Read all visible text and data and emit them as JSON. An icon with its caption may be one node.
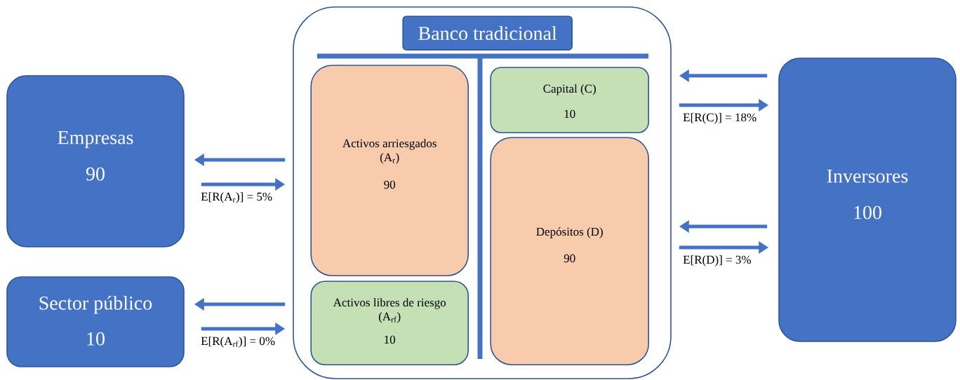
{
  "diagram": {
    "nodes": [
      {
        "text": [
          "Empresas",
          "90"
        ]
      },
      {
        "text": [
          "Sector público",
          "10"
        ]
      },
      {
        "text": [],
        "shape": "box"
      },
      {
        "text": [
          "Banco tradicional"
        ],
        "in": 2
      },
      {
        "text": [
          "Activos arriesgados (A$_{r}$)",
          "90"
        ],
        "in": 2
      },
      {
        "text": [
          "Activos libres de riesgo (A$_{rf}$)",
          "10"
        ],
        "in": 2
      },
      {
        "text": [
          "Capital (C)",
          "10"
        ],
        "in": 2
      },
      {
        "text": [
          "Depósitos (D)",
          "90"
        ],
        "in": 2
      },
      {
        "text": [
          "Inversores",
          "100"
        ]
      }
    ],
    "edges": [
      {
        "from": 2,
        "to": 0,
        "arrow": "to"
      },
      {
        "from": 0,
        "to": 2,
        "arrow": "to",
        "label": "E[R(A$_{r}$)] = 5%"
      },
      {
        "from": 2,
        "to": 1,
        "arrow": "to"
      },
      {
        "from": 1,
        "to": 2,
        "arrow": "to",
        "label": "E[R(A$_{rf}$)] = 0%"
      },
      {
        "from": 8,
        "to": 2,
        "arrow": "to"
      },
      {
        "from": 2,
        "to": 8,
        "arrow": "to",
        "label": "E[R(C)] = 18%"
      },
      {
        "from": 8,
        "to": 2,
        "arrow": "to"
      },
      {
        "from": 2,
        "to": 8,
        "arrow": "to",
        "label": "E[R(D)] = 3%"
      }
    ]
  }
}
